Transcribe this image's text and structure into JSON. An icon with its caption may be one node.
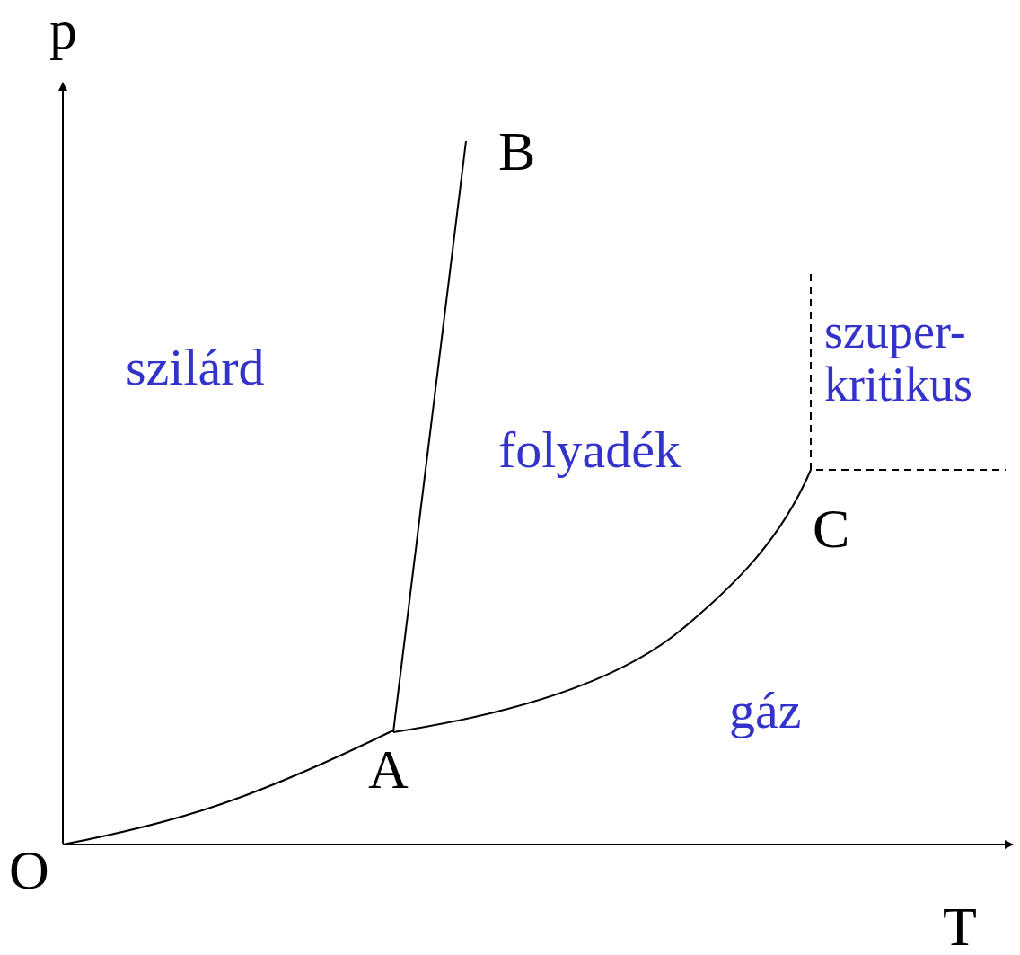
{
  "diagram": {
    "labels": [
      "p",
      "B",
      "szilárd",
      "szuper- kritikus",
      "folyadék",
      "C",
      "gáz",
      "A",
      "O",
      "T"
    ]
  }
}
